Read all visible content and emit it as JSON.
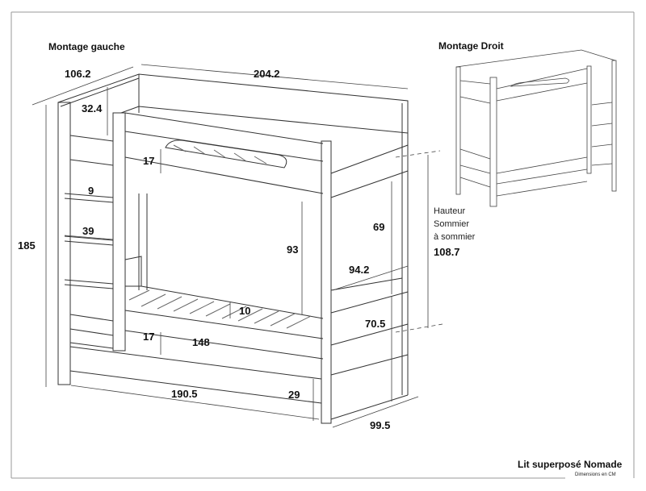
{
  "titles": {
    "left": "Montage gauche",
    "right": "Montage Droit"
  },
  "dimensions": {
    "depth_top": "106.2",
    "length_top": "204.2",
    "guard_height": "32.4",
    "upper_rail": "17",
    "rung_depth": "9",
    "ladder_width": "39",
    "total_height": "185",
    "clearance_upper": "93",
    "upper_side": "69",
    "inner_width": "94.2",
    "slat_height": "10",
    "lower_rail": "17",
    "lower_length": "148",
    "lower_side": "70.5",
    "total_length": "190.5",
    "under_clearance": "29",
    "depth_bottom": "99.5"
  },
  "sommier_note": {
    "line1": "Hauteur",
    "line2": "Sommier",
    "line3": "à sommier",
    "value": "108.7"
  },
  "footer": {
    "product": "Lit superposé Nomade",
    "units": "Dimensions en CM"
  },
  "colors": {
    "line": "#333333",
    "frame": "#999999"
  }
}
